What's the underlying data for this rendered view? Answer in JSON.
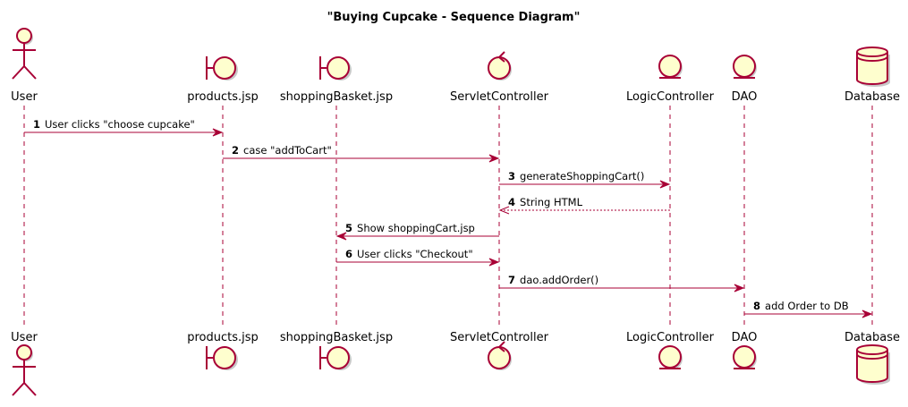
{
  "title": "\"Buying Cupcake - Sequence Diagram\"",
  "colors": {
    "stroke": "#A80036",
    "fill": "#FEFECE",
    "text": "#000000",
    "background": "#FFFFFF"
  },
  "participants": [
    {
      "id": "user",
      "label": "User",
      "shape": "actor",
      "icon": "actor-icon"
    },
    {
      "id": "products",
      "label": "products.jsp",
      "shape": "boundary",
      "icon": "boundary-icon"
    },
    {
      "id": "basket",
      "label": "shoppingBasket.jsp",
      "shape": "boundary",
      "icon": "boundary-icon"
    },
    {
      "id": "servlet",
      "label": "ServletController",
      "shape": "control",
      "icon": "control-icon"
    },
    {
      "id": "logic",
      "label": "LogicController",
      "shape": "entity",
      "icon": "entity-icon"
    },
    {
      "id": "dao",
      "label": "DAO",
      "shape": "entity",
      "icon": "entity-icon"
    },
    {
      "id": "db",
      "label": "Database",
      "shape": "database",
      "icon": "database-icon"
    }
  ],
  "messages": [
    {
      "number": "1",
      "text": "User clicks \"choose cupcake\"",
      "from": "user",
      "to": "products",
      "style": "solid"
    },
    {
      "number": "2",
      "text": "case \"addToCart\"",
      "from": "products",
      "to": "servlet",
      "style": "solid"
    },
    {
      "number": "3",
      "text": "generateShoppingCart()",
      "from": "servlet",
      "to": "logic",
      "style": "solid"
    },
    {
      "number": "4",
      "text": "String HTML",
      "from": "logic",
      "to": "servlet",
      "style": "dashed"
    },
    {
      "number": "5",
      "text": "Show shoppingCart.jsp",
      "from": "servlet",
      "to": "basket",
      "style": "solid"
    },
    {
      "number": "6",
      "text": "User clicks \"Checkout\"",
      "from": "basket",
      "to": "servlet",
      "style": "solid"
    },
    {
      "number": "7",
      "text": "dao.addOrder()",
      "from": "servlet",
      "to": "dao",
      "style": "solid"
    },
    {
      "number": "8",
      "text": "add Order to DB",
      "from": "dao",
      "to": "db",
      "style": "solid"
    }
  ]
}
